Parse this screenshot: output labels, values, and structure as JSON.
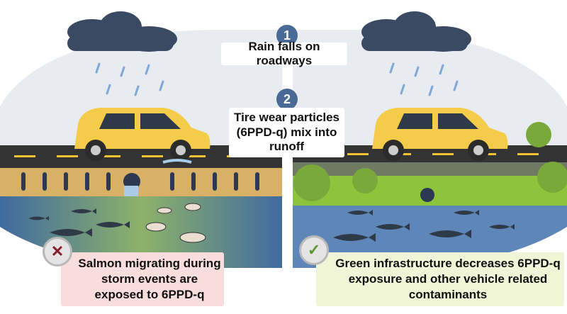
{
  "steps": [
    {
      "number": "1",
      "label": "Rain falls on roadways"
    },
    {
      "number": "2",
      "label": "Tire wear particles (6PPD-q) mix into runoff"
    }
  ],
  "outcomes": {
    "negative": {
      "icon": "x-icon",
      "symbol": "✕",
      "text": "Salmon migrating during storm events are exposed to 6PPD-q",
      "color": "#f9dcdc"
    },
    "positive": {
      "icon": "check-icon",
      "symbol": "✓",
      "text": "Green infrastructure decreases 6PPD-q exposure and other vehicle related contaminants",
      "color": "#eff5d6"
    }
  },
  "colors": {
    "accent": "#4a6a96",
    "road": "#333333",
    "water": "#5f86b8",
    "grass": "#8cc43c",
    "car": "#f5cc4a"
  }
}
